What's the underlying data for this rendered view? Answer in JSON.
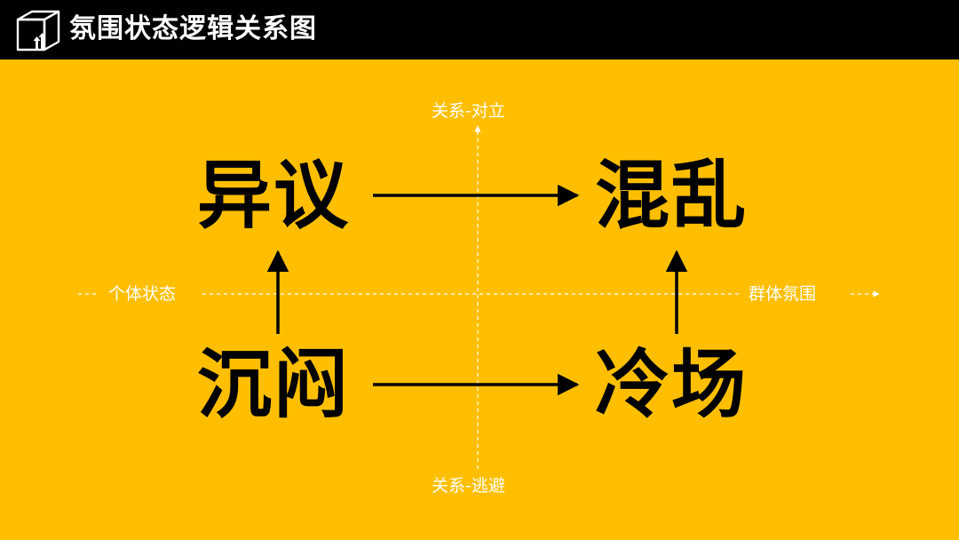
{
  "header": {
    "title": "氛围状态逻辑关系图",
    "icon": "cube-growth-icon"
  },
  "axes": {
    "top": "关系-对立",
    "bottom": "关系-逃避",
    "left": "个体状态",
    "right": "群体氛围"
  },
  "states": {
    "top_left": "异议",
    "top_right": "混乱",
    "bottom_left": "沉闷",
    "bottom_right": "冷场"
  },
  "colors": {
    "background": "#FFBF00",
    "header": "#000000",
    "text_dark": "#000000",
    "axis": "#FFFFFF"
  }
}
